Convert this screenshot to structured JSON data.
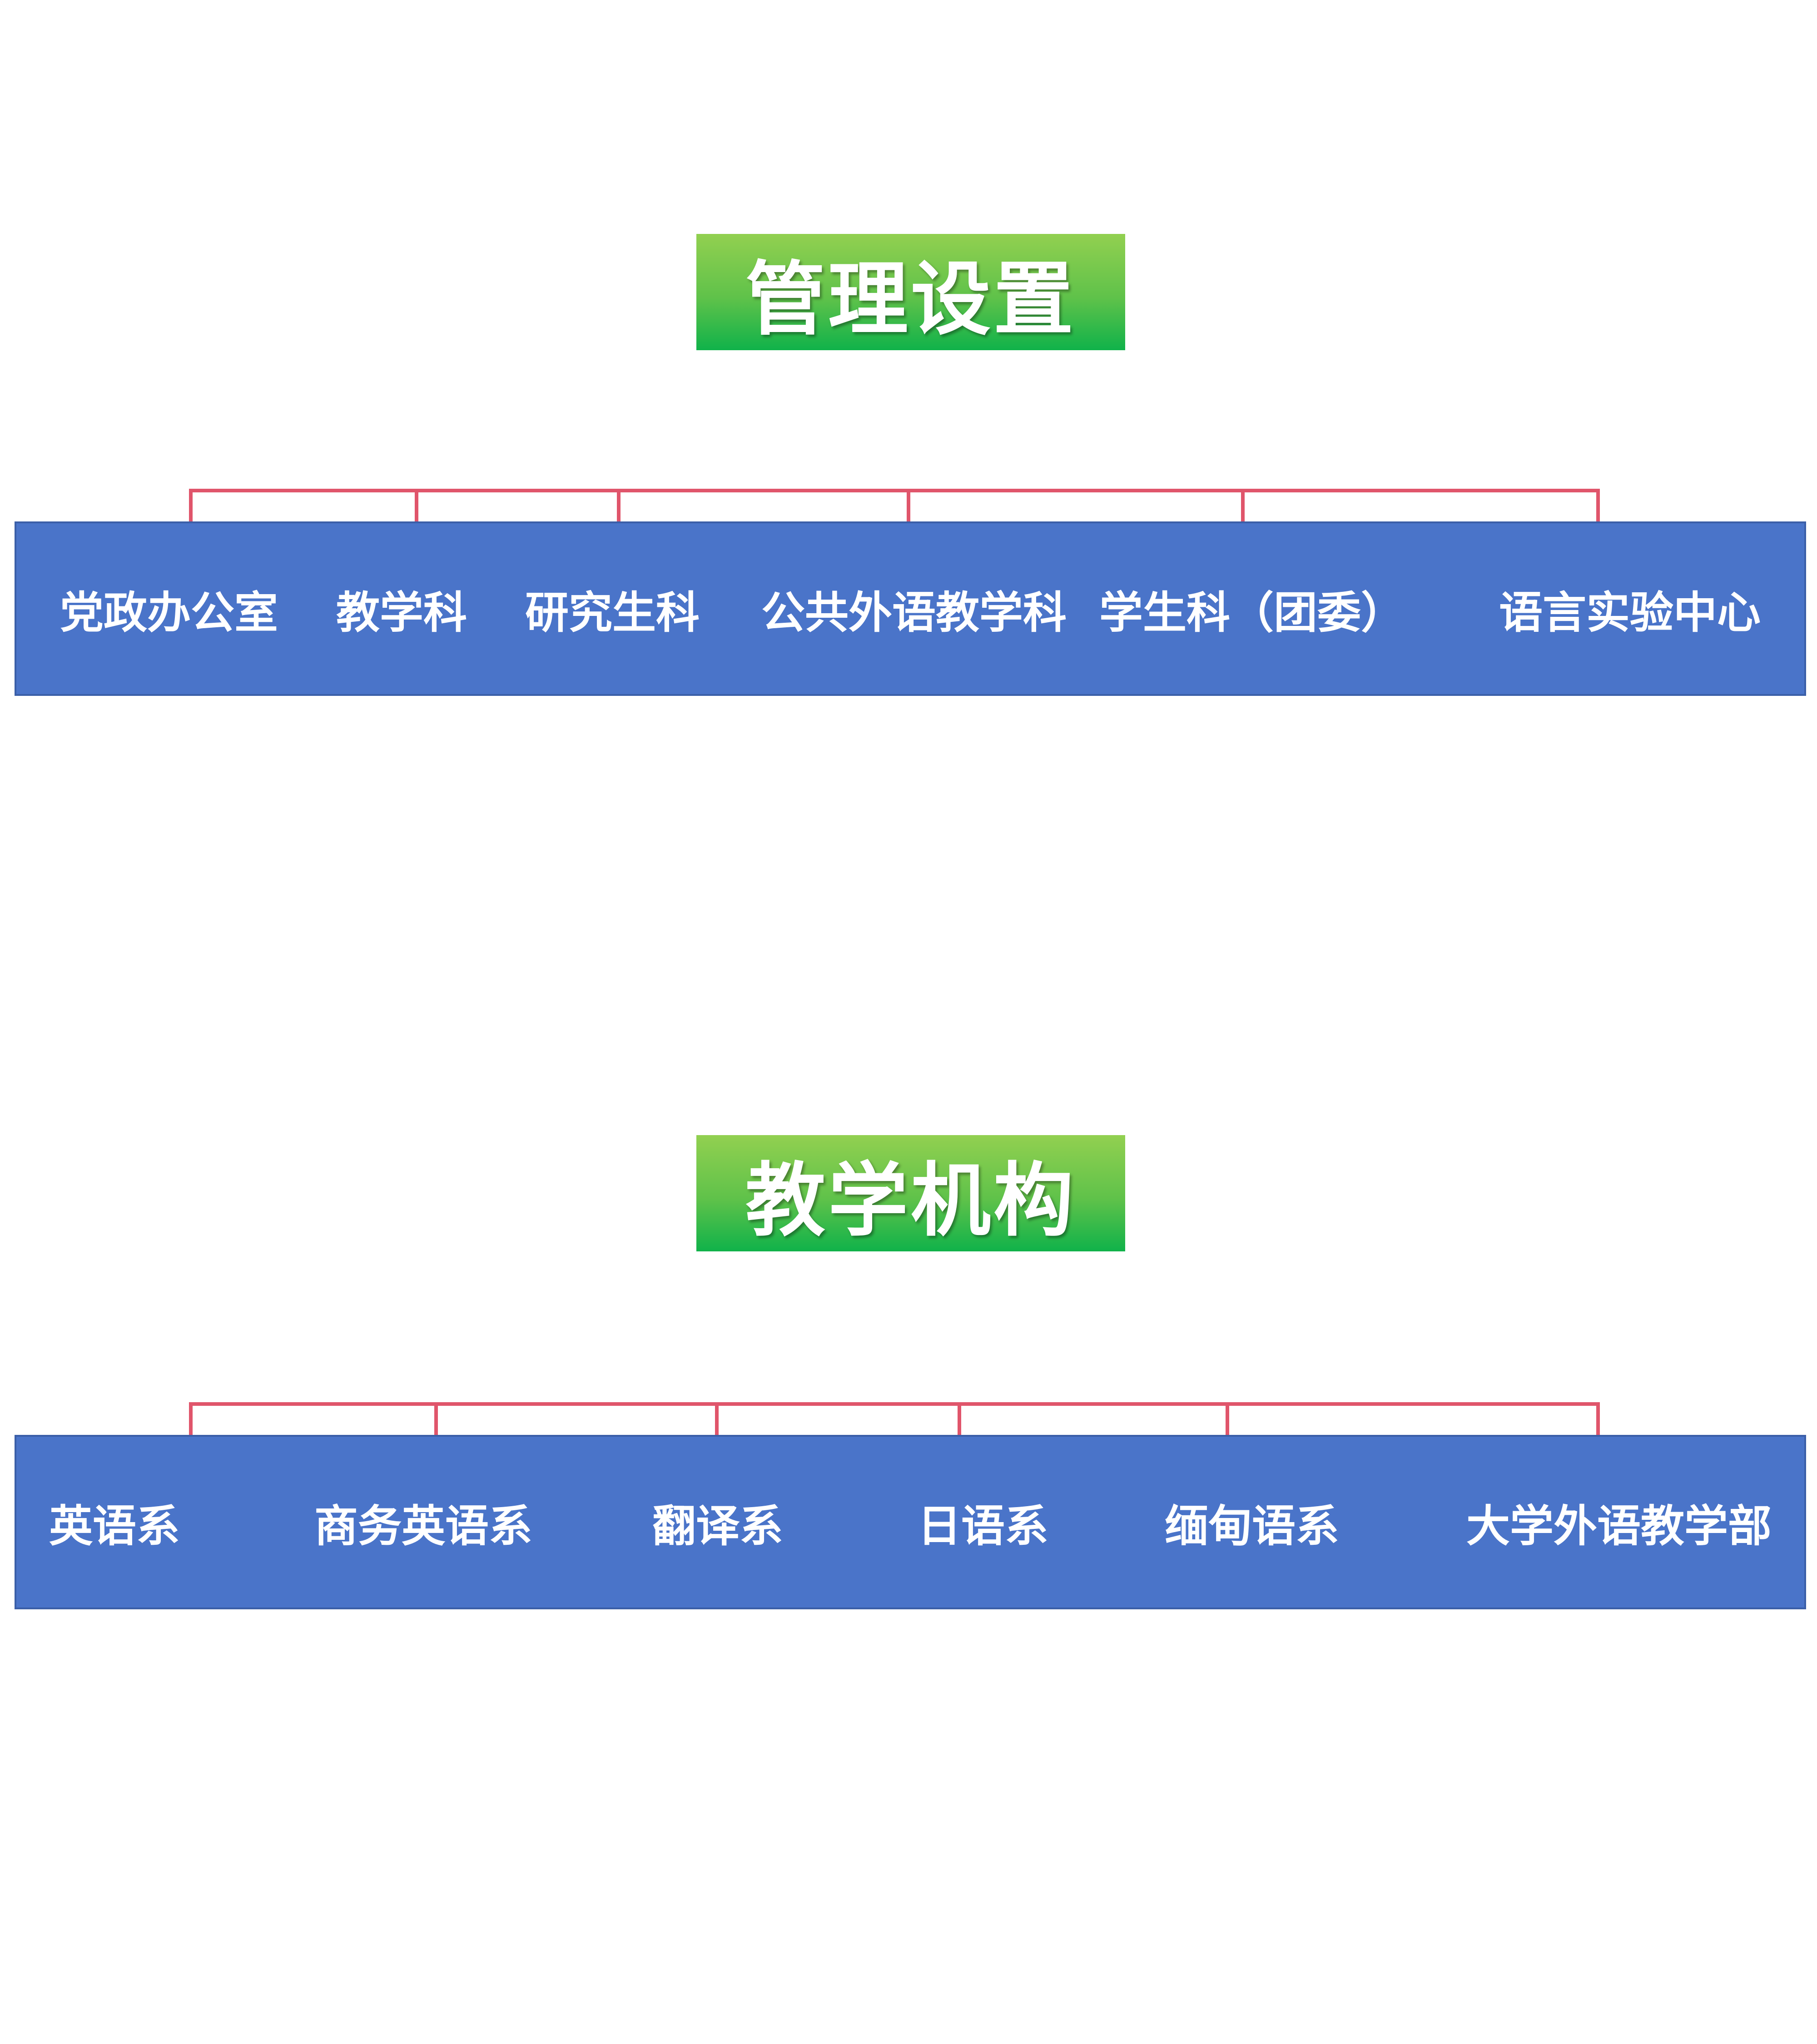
{
  "sections": [
    {
      "title": "管理设置",
      "items": [
        "党政办公室",
        "教学科",
        "研究生科",
        "公共外语教学科",
        "学生科（团委）",
        "语言实验中心"
      ]
    },
    {
      "title": "教学机构",
      "items": [
        "英语系",
        "商务英语系",
        "翻译系",
        "日语系",
        "缅甸语系",
        "大学外语教学部"
      ]
    }
  ],
  "colors": {
    "header_gradient_top": "#92d050",
    "header_gradient_bottom": "#10b24a",
    "band": "#4a74c9",
    "connector": "#e0556b",
    "text": "#ffffff"
  }
}
